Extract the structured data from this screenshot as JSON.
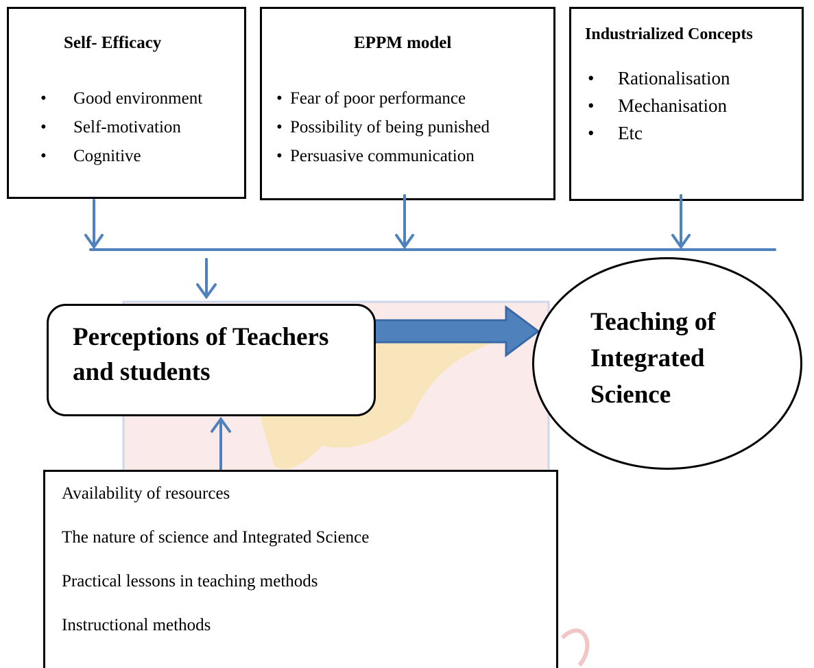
{
  "self_efficacy": {
    "title": "Self- Efficacy",
    "items": [
      "Good environment",
      "Self-motivation",
      "Cognitive"
    ]
  },
  "eppm": {
    "title": "EPPM model",
    "items": [
      "Fear of poor performance",
      "Possibility of being punished",
      "Persuasive communication"
    ]
  },
  "industrialized": {
    "title": "Industrialized Concepts",
    "items": [
      "Rationalisation",
      "Mechanisation",
      "Etc"
    ]
  },
  "perceptions": {
    "label": "Perceptions of Teachers and students"
  },
  "teaching": {
    "label": "Teaching of Integrated Science"
  },
  "factors": {
    "items": [
      "Availability of resources",
      "The nature of science and Integrated Science",
      "Practical lessons in teaching methods",
      "Instructional methods"
    ]
  },
  "colors": {
    "arrow": "#4f81bd",
    "arrow_dark": "#3a6aa5",
    "watermark_red": "#f6c9c9",
    "watermark_yellow": "#fbe4a8"
  },
  "icons": {
    "bullet": "bullet-dot-icon"
  }
}
